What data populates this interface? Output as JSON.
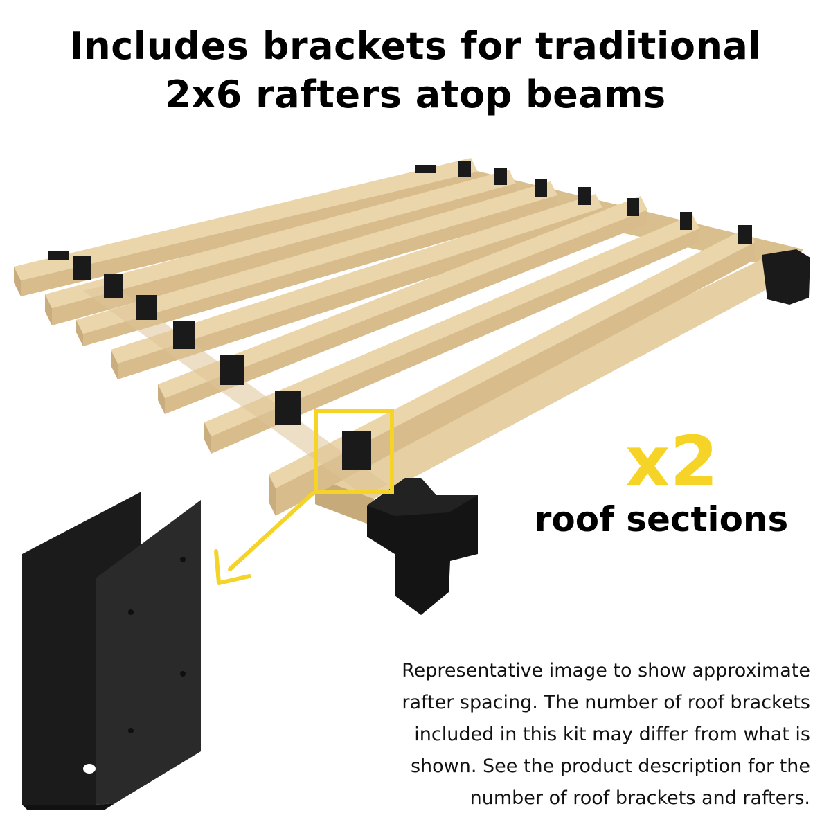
{
  "headline": {
    "line1": "Includes brackets for traditional",
    "line2": "2x6 rafters atop beams"
  },
  "callout": {
    "multiplier": "x2",
    "label": "roof sections"
  },
  "disclaimer": {
    "lines": [
      "Representative image to show approximate",
      "rafter spacing. The number of roof brackets",
      "included in this kit may differ from what is",
      "shown. See the product description for the",
      "number of roof brackets and rafters."
    ]
  },
  "colors": {
    "accent": "#F5D327",
    "wood": "#E8D2A6",
    "wood_shadow": "#C9AD7E",
    "bracket": "#1A1A1A",
    "text": "#000000"
  },
  "icons": {
    "highlight": "highlight-box-icon",
    "arrow": "arrow-icon",
    "bracket_detail": "u-bracket-icon"
  }
}
